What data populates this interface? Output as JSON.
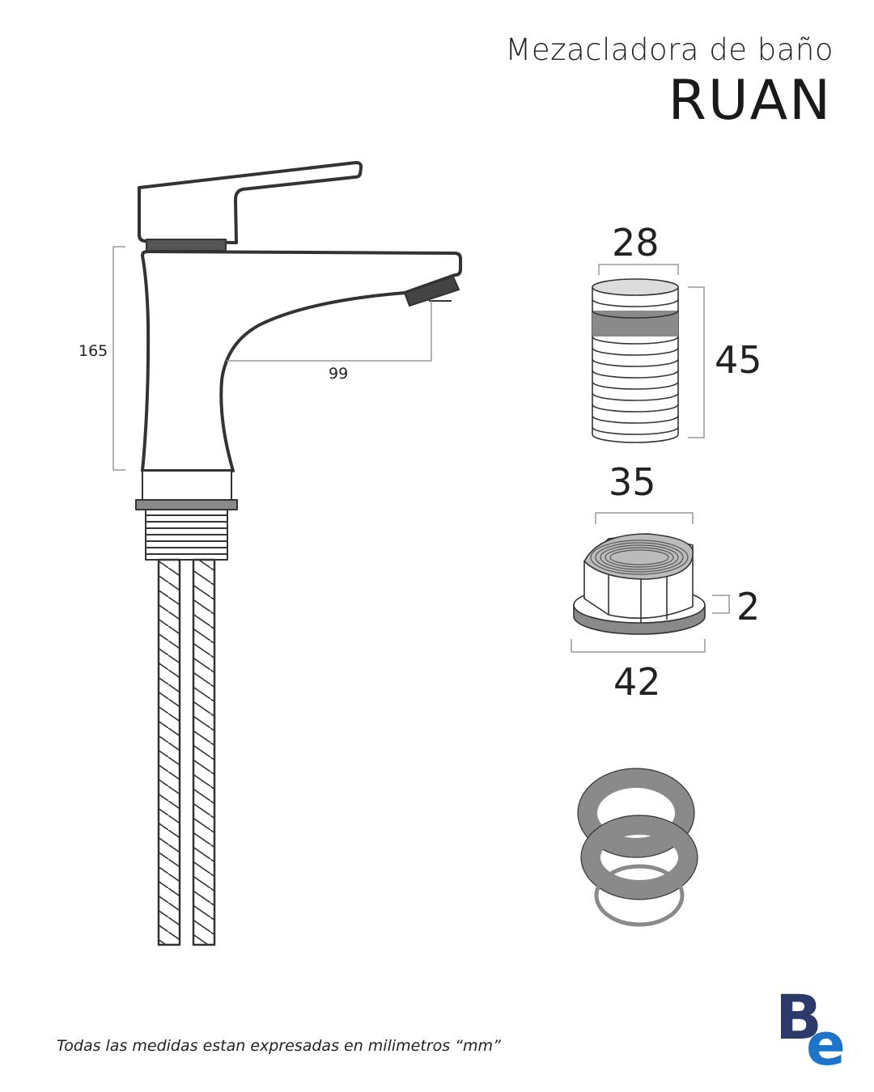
{
  "header": {
    "subtitle": "Mezacladora de baño",
    "title": "RUAN"
  },
  "dimensions": {
    "faucet_height": "165",
    "spout_reach": "99",
    "cartridge_diameter": "28",
    "cartridge_height": "45",
    "nut_top_width": "35",
    "nut_flange_thickness": "2",
    "nut_base_width": "42"
  },
  "footer": {
    "note": "Todas las medidas estan expresadas en milimetros “mm”"
  },
  "logo": {
    "text": "BE",
    "primary_color": "#2b3a6b",
    "secondary_color": "#1e74c8"
  },
  "colors": {
    "line": "#333333",
    "fill_gray": "#8a8a8a",
    "fill_light": "#dcdcdc"
  }
}
